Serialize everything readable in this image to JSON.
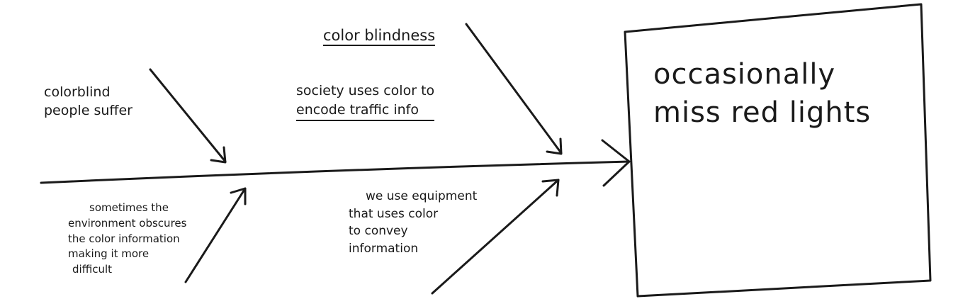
{
  "effect": {
    "lines": [
      "occasionally",
      "miss red lights"
    ]
  },
  "category": {
    "label": "color blindness"
  },
  "causes": {
    "colorblind_people": [
      "colorblind",
      "people suffer"
    ],
    "society_uses_color": [
      "society uses color to",
      "encode traffic info"
    ],
    "environment": [
      "sometimes the",
      "environment obscures",
      "the color information",
      "making it more",
      "difficult"
    ],
    "equipment": [
      "we use equipment",
      "that uses color",
      "to convey",
      "information"
    ]
  },
  "colors": {
    "ink": "#1a1a1a",
    "paper": "#ffffff"
  }
}
